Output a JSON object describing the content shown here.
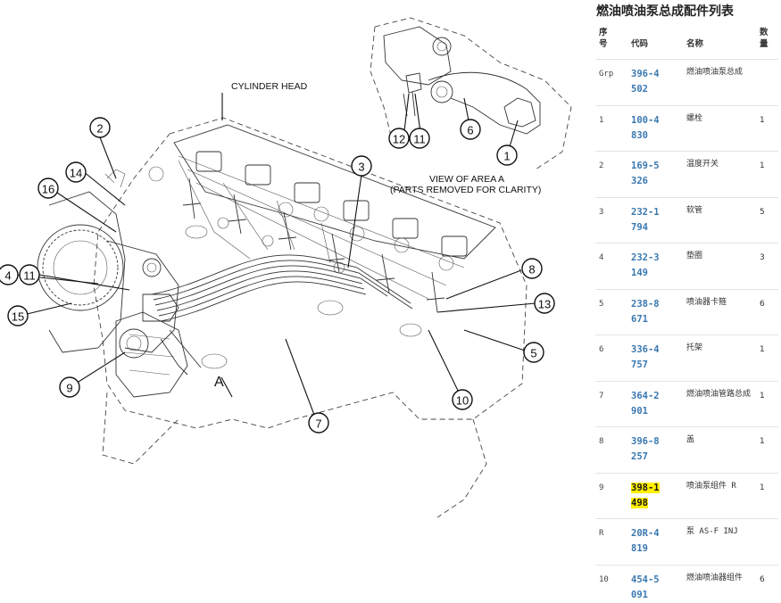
{
  "diagram": {
    "label_cylinder_head": "CYLINDER HEAD",
    "label_view_title": "VIEW OF AREA  A",
    "label_view_sub": "(PARTS REMOVED FOR CLARITY)",
    "label_area": "A",
    "callouts": [
      "1",
      "2",
      "3",
      "4",
      "5",
      "6",
      "7",
      "8",
      "9",
      "10",
      "11",
      "11",
      "12",
      "13",
      "14",
      "15",
      "16"
    ]
  },
  "panel": {
    "title": "燃油喷油泵总成配件列表",
    "headers": {
      "seq": "序号",
      "code": "代码",
      "name": "名称",
      "qty": "数量"
    },
    "rows": [
      {
        "seq": "Grp",
        "code": "396-4502",
        "name": "燃油喷油泵总成",
        "qty": ""
      },
      {
        "seq": "1",
        "code": "100-4830",
        "name": "螺栓",
        "qty": "1"
      },
      {
        "seq": "2",
        "code": "169-5326",
        "name": "温度开关",
        "qty": "1"
      },
      {
        "seq": "3",
        "code": "232-1794",
        "name": "软管",
        "qty": "5"
      },
      {
        "seq": "4",
        "code": "232-3149",
        "name": "垫圈",
        "qty": "3"
      },
      {
        "seq": "5",
        "code": "238-8671",
        "name": "喷油器卡箍",
        "qty": "6"
      },
      {
        "seq": "6",
        "code": "336-4757",
        "name": "托架",
        "qty": "1"
      },
      {
        "seq": "7",
        "code": "364-2901",
        "name": "燃油喷油管路总成",
        "qty": "1"
      },
      {
        "seq": "8",
        "code": "396-8257",
        "name": "盖",
        "qty": "1"
      },
      {
        "seq": "9",
        "code": "398-1498",
        "name": "喷油泵组件 R",
        "qty": "1",
        "highlight": true
      },
      {
        "seq": "R",
        "code": "20R-4819",
        "name": "泵 AS-F INJ",
        "qty": ""
      },
      {
        "seq": "10",
        "code": "454-5091",
        "name": "燃油喷油器组件",
        "qty": "6"
      }
    ]
  }
}
